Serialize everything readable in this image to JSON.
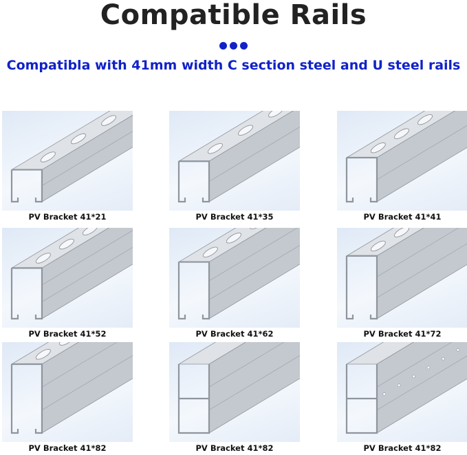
{
  "heading": {
    "title": "Compatible Rails",
    "subtitle": "Compatibla with 41mm width C section steel and U steel rails"
  },
  "colors": {
    "title": "#222222",
    "accent": "#1022c8",
    "steel_light": "#dfe2e6",
    "steel_mid": "#c4c9cf",
    "steel_dark": "#8f959c"
  },
  "products": [
    {
      "label": "PV Bracket 41*21",
      "profile": "c-channel",
      "height_mm": 21,
      "slots": 3
    },
    {
      "label": "PV Bracket 41*35",
      "profile": "c-channel",
      "height_mm": 35,
      "slots": 3
    },
    {
      "label": "PV Bracket 41*41",
      "profile": "c-channel",
      "height_mm": 41,
      "slots": 4
    },
    {
      "label": "PV Bracket 41*52",
      "profile": "c-channel",
      "height_mm": 52,
      "slots": 4
    },
    {
      "label": "PV Bracket 41*62",
      "profile": "c-channel",
      "height_mm": 62,
      "slots": 4
    },
    {
      "label": "PV Bracket 41*72",
      "profile": "c-channel",
      "height_mm": 72,
      "slots": 4
    },
    {
      "label": "PV Bracket 41*82",
      "profile": "c-channel",
      "height_mm": 82,
      "slots": 4
    },
    {
      "label": "PV Bracket 41*82",
      "profile": "double-u",
      "height_mm": 82,
      "slots": 0
    },
    {
      "label": "PV Bracket 41*82",
      "profile": "double-u-perforated",
      "height_mm": 82,
      "slots": 0
    }
  ]
}
